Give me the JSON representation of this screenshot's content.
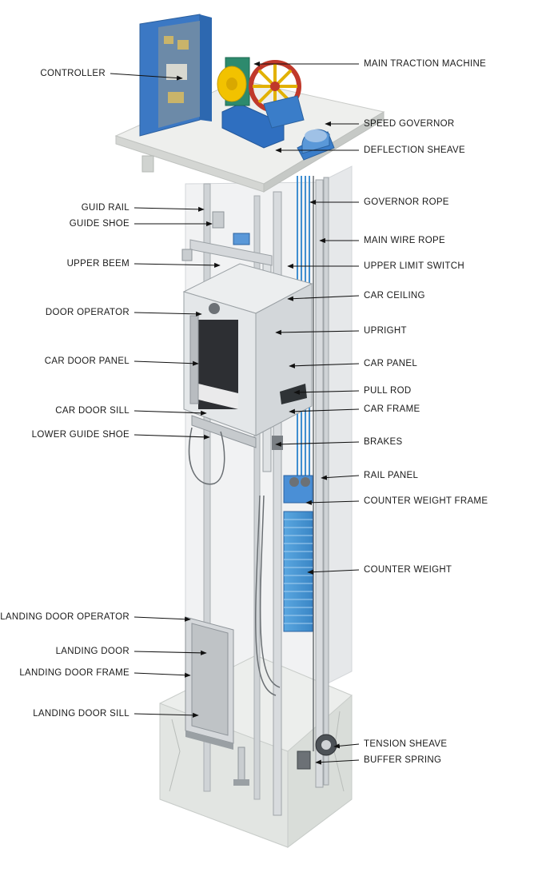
{
  "colors": {
    "accent_blue": "#4a8fd6",
    "structure_gray": "#d9dcdf",
    "sheave_red": "#c0392b",
    "sheave_yellow": "#f2c200"
  },
  "labels_left": [
    {
      "id": "controller",
      "text": "CONTROLLER"
    },
    {
      "id": "guid-rail",
      "text": "GUID RAIL"
    },
    {
      "id": "guide-shoe",
      "text": "GUIDE SHOE"
    },
    {
      "id": "upper-beem",
      "text": "UPPER BEEM"
    },
    {
      "id": "door-operator",
      "text": "DOOR OPERATOR"
    },
    {
      "id": "car-door-panel",
      "text": "CAR DOOR PANEL"
    },
    {
      "id": "car-door-sill",
      "text": "CAR DOOR SILL"
    },
    {
      "id": "lower-guide-shoe",
      "text": "LOWER GUIDE SHOE"
    },
    {
      "id": "landing-door-operator",
      "text": "LANDING DOOR OPERATOR"
    },
    {
      "id": "landing-door",
      "text": "LANDING DOOR"
    },
    {
      "id": "landing-door-frame",
      "text": "LANDING DOOR FRAME"
    },
    {
      "id": "landing-door-sill",
      "text": "LANDING DOOR SILL"
    }
  ],
  "labels_right": [
    {
      "id": "main-traction-machine",
      "text": "MAIN TRACTION MACHINE"
    },
    {
      "id": "speed-governor",
      "text": "SPEED GOVERNOR"
    },
    {
      "id": "deflection-sheave",
      "text": "DEFLECTION SHEAVE"
    },
    {
      "id": "governor-rope",
      "text": "GOVERNOR ROPE"
    },
    {
      "id": "main-wire-rope",
      "text": "MAIN WIRE ROPE"
    },
    {
      "id": "upper-limit-switch",
      "text": "UPPER LIMIT SWITCH"
    },
    {
      "id": "car-ceiling",
      "text": "CAR CEILING"
    },
    {
      "id": "upright",
      "text": "UPRIGHT"
    },
    {
      "id": "car-panel",
      "text": "CAR PANEL"
    },
    {
      "id": "pull-rod",
      "text": "PULL ROD"
    },
    {
      "id": "car-frame",
      "text": "CAR FRAME"
    },
    {
      "id": "brakes",
      "text": "BRAKES"
    },
    {
      "id": "rail-panel",
      "text": "RAIL PANEL"
    },
    {
      "id": "counter-weight-frame",
      "text": "COUNTER WEIGHT FRAME"
    },
    {
      "id": "counter-weight",
      "text": "COUNTER WEIGHT"
    },
    {
      "id": "tension-sheave",
      "text": "TENSION SHEAVE"
    },
    {
      "id": "buffer-spring",
      "text": "BUFFER SPRING"
    }
  ]
}
